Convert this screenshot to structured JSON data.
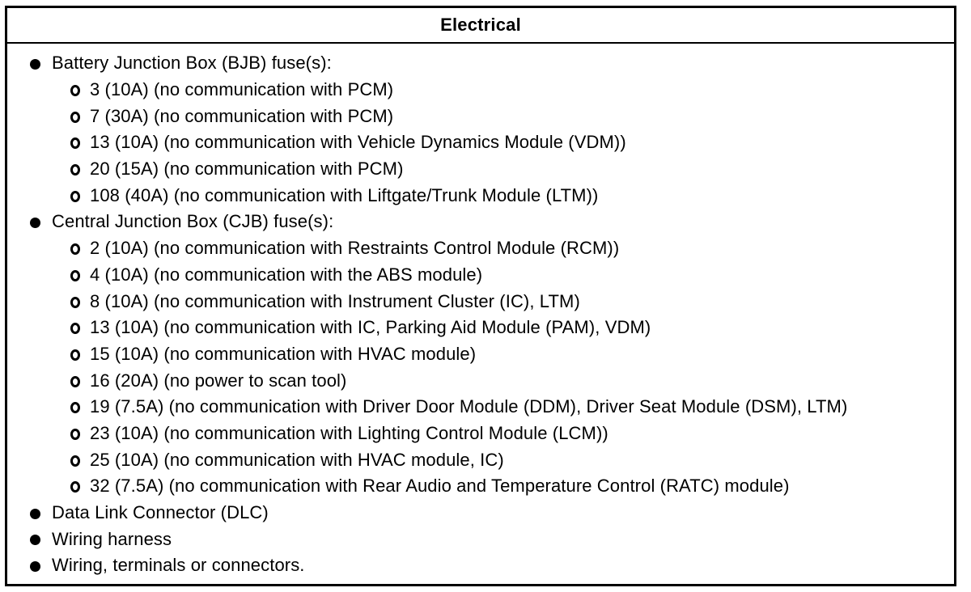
{
  "table": {
    "title": "Electrical",
    "sections": [
      {
        "label": "Battery Junction Box (BJB) fuse(s):",
        "items": [
          "3 (10A) (no communication with PCM)",
          "7 (30A) (no communication with PCM)",
          "13 (10A) (no communication with Vehicle Dynamics Module (VDM))",
          "20 (15A) (no communication with PCM)",
          "108 (40A) (no communication with Liftgate/Trunk Module (LTM))"
        ]
      },
      {
        "label": "Central Junction Box (CJB) fuse(s):",
        "items": [
          "2 (10A) (no communication with Restraints Control Module (RCM))",
          "4 (10A) (no communication with the ABS module)",
          "8 (10A) (no communication with Instrument Cluster (IC), LTM)",
          "13 (10A) (no communication with IC, Parking Aid Module (PAM), VDM)",
          "15 (10A) (no communication with HVAC module)",
          "16 (20A) (no power to scan tool)",
          "19 (7.5A) (no communication with Driver Door Module (DDM), Driver Seat Module (DSM), LTM)",
          "23 (10A) (no communication with Lighting Control Module (LCM))",
          "25 (10A) (no communication with HVAC module, IC)",
          "32 (7.5A) (no communication with Rear Audio and Temperature Control (RATC) module)"
        ]
      },
      {
        "label": "Data Link Connector (DLC)",
        "items": []
      },
      {
        "label": "Wiring harness",
        "items": []
      },
      {
        "label": "Wiring, terminals or connectors.",
        "items": []
      }
    ]
  },
  "colors": {
    "text": "#000000",
    "border": "#000000",
    "background": "#ffffff"
  }
}
